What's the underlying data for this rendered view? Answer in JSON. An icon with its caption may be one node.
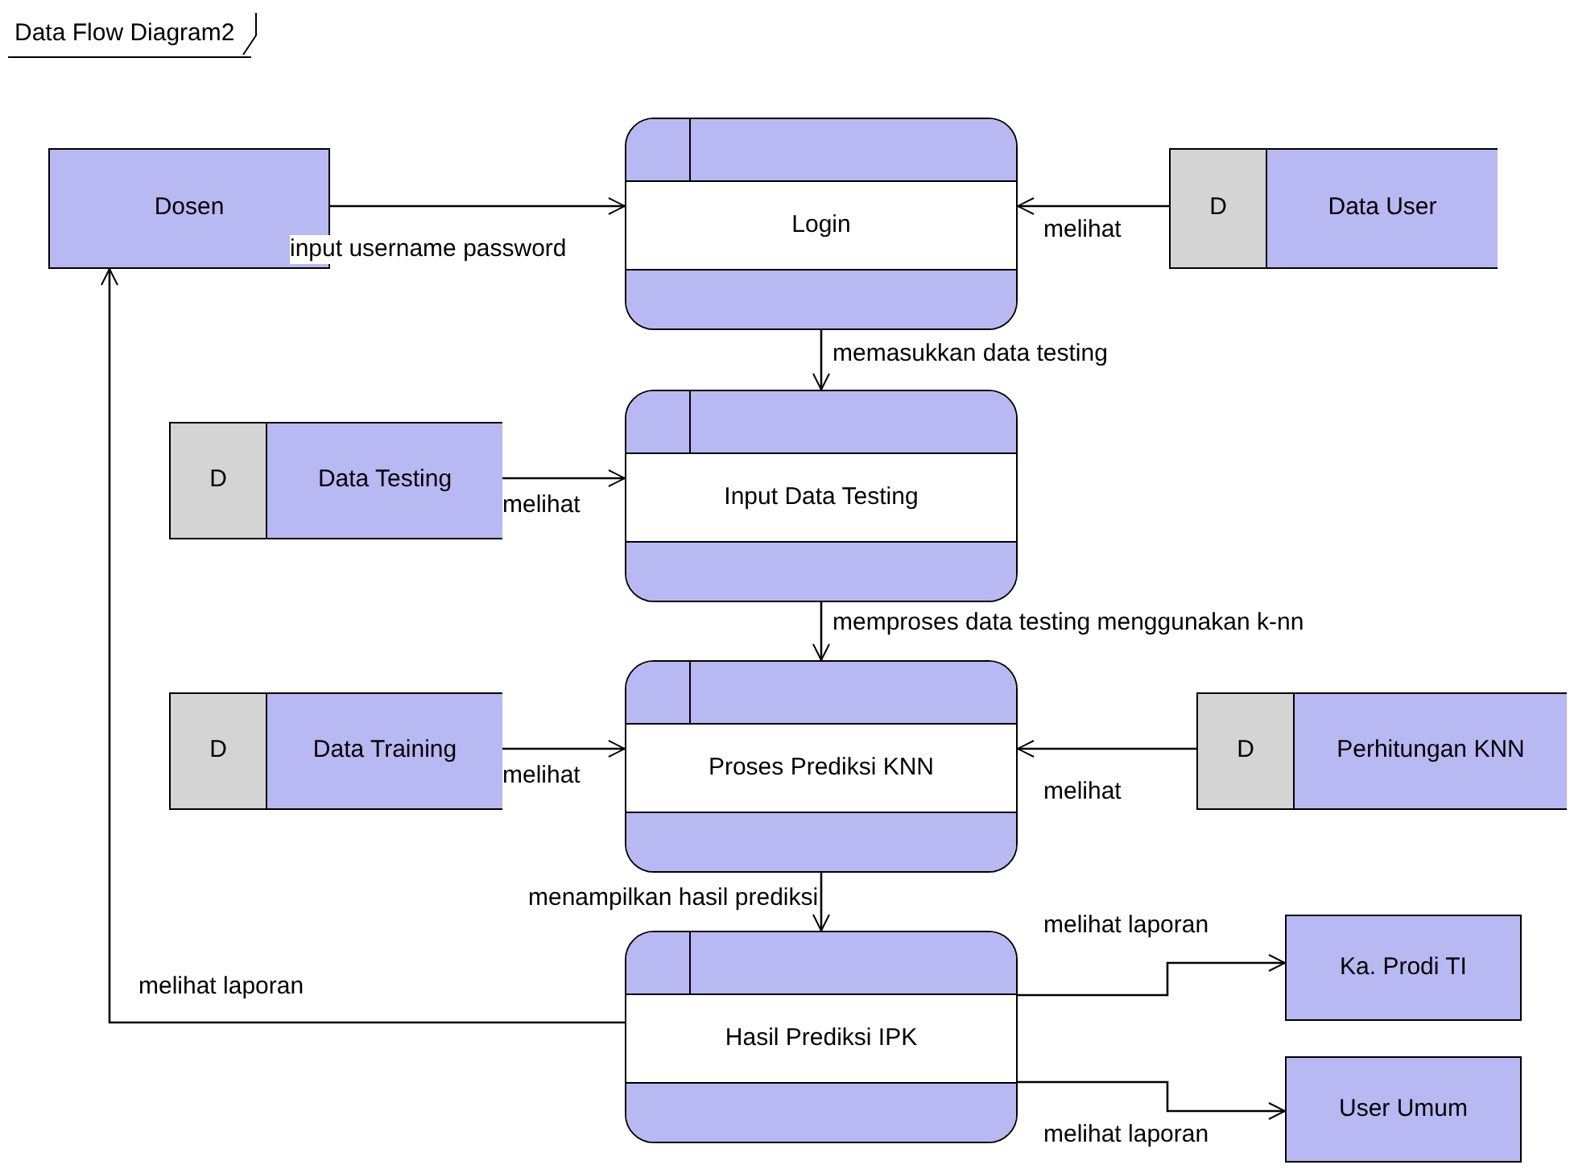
{
  "diagram": {
    "title": "Data Flow Diagram2",
    "nodes": [
      {
        "text": [
          "Dosen"
        ]
      },
      {
        "text": [
          "Login"
        ]
      },
      {
        "text": [
          "D",
          "Data User"
        ]
      },
      {
        "text": [
          "Input Data Testing"
        ]
      },
      {
        "text": [
          "D",
          "Data Testing"
        ]
      },
      {
        "text": [
          "Proses Prediksi KNN"
        ]
      },
      {
        "text": [
          "D",
          "Data Training"
        ]
      },
      {
        "text": [
          "D",
          "Perhitungan KNN"
        ]
      },
      {
        "text": [
          "Hasil Prediksi IPK"
        ]
      },
      {
        "text": [
          "Ka. Prodi TI"
        ]
      },
      {
        "text": [
          "User Umum"
        ]
      }
    ],
    "edges": [
      {
        "from": 0,
        "to": 1,
        "arrow": "to",
        "label": "input username password"
      },
      {
        "from": 2,
        "to": 1,
        "arrow": "to",
        "label": "melihat"
      },
      {
        "from": 1,
        "to": 3,
        "arrow": "to",
        "label": "memasukkan data testing"
      },
      {
        "from": 4,
        "to": 3,
        "arrow": "to",
        "label": "melihat"
      },
      {
        "from": 3,
        "to": 5,
        "arrow": "to",
        "label": "memproses data testing menggunakan k-nn"
      },
      {
        "from": 6,
        "to": 5,
        "arrow": "to",
        "label": "melihat"
      },
      {
        "from": 7,
        "to": 5,
        "arrow": "to",
        "label": "melihat"
      },
      {
        "from": 5,
        "to": 8,
        "arrow": "to",
        "label": "menampilkan hasil prediksi"
      },
      {
        "from": 8,
        "to": 0,
        "arrow": "to",
        "label": "melihat laporan"
      },
      {
        "from": 8,
        "to": 9,
        "arrow": "to",
        "label": "melihat laporan"
      },
      {
        "from": 8,
        "to": 10,
        "arrow": "to",
        "label": "melihat laporan"
      }
    ]
  }
}
